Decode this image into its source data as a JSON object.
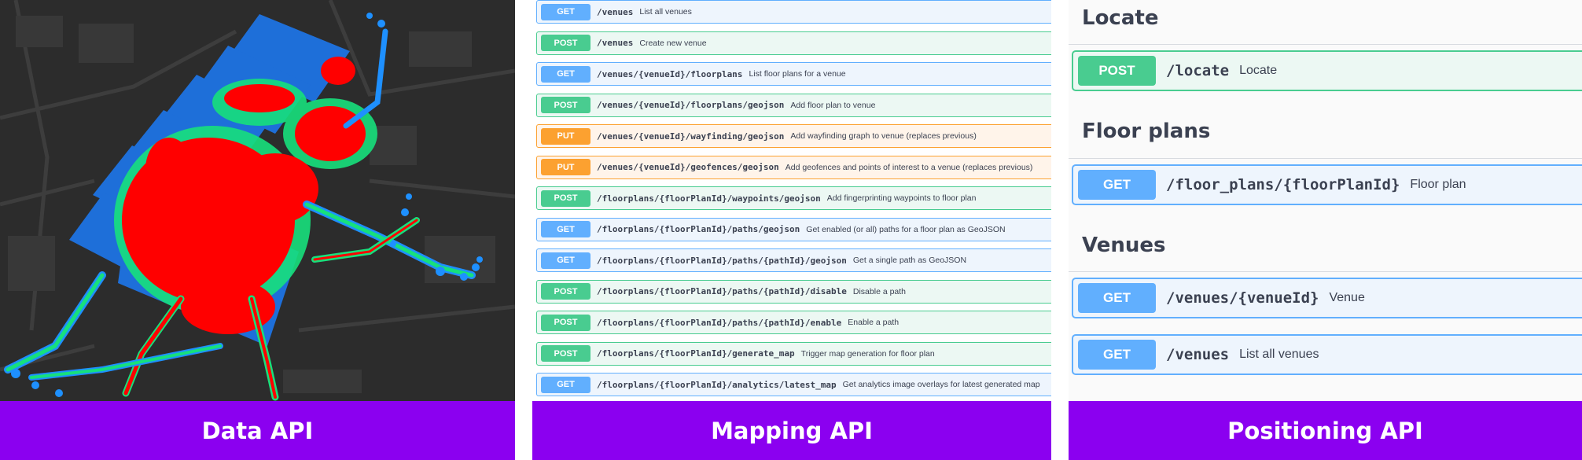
{
  "panels": {
    "data": {
      "caption": "Data API"
    },
    "mapping": {
      "caption": "Mapping API"
    },
    "positioning": {
      "caption": "Positioning API"
    }
  },
  "mapping_ops": [
    {
      "method": "GET",
      "path": "/venues",
      "summary": "List all venues"
    },
    {
      "method": "POST",
      "path": "/venues",
      "summary": "Create new venue"
    },
    {
      "method": "GET",
      "path": "/venues/{venueId}/floorplans",
      "summary": "List floor plans for a venue"
    },
    {
      "method": "POST",
      "path": "/venues/{venueId}/floorplans/geojson",
      "summary": "Add floor plan to venue"
    },
    {
      "method": "PUT",
      "path": "/venues/{venueId}/wayfinding/geojson",
      "summary": "Add wayfinding graph to venue (replaces previous)"
    },
    {
      "method": "PUT",
      "path": "/venues/{venueId}/geofences/geojson",
      "summary": "Add geofences and points of interest to a venue (replaces previous)"
    },
    {
      "method": "POST",
      "path": "/floorplans/{floorPlanId}/waypoints/geojson",
      "summary": "Add fingerprinting waypoints to floor plan"
    },
    {
      "method": "GET",
      "path": "/floorplans/{floorPlanId}/paths/geojson",
      "summary": "Get enabled (or all) paths for a floor plan as GeoJSON"
    },
    {
      "method": "GET",
      "path": "/floorplans/{floorPlanId}/paths/{pathId}/geojson",
      "summary": "Get a single path as GeoJSON"
    },
    {
      "method": "POST",
      "path": "/floorplans/{floorPlanId}/paths/{pathId}/disable",
      "summary": "Disable a path"
    },
    {
      "method": "POST",
      "path": "/floorplans/{floorPlanId}/paths/{pathId}/enable",
      "summary": "Enable a path"
    },
    {
      "method": "POST",
      "path": "/floorplans/{floorPlanId}/generate_map",
      "summary": "Trigger map generation for floor plan"
    },
    {
      "method": "GET",
      "path": "/floorplans/{floorPlanId}/analytics/latest_map",
      "summary": "Get analytics image overlays for latest generated map"
    }
  ],
  "positioning": {
    "locate": {
      "title": "Locate",
      "op": {
        "method": "POST",
        "path": "/locate",
        "summary": "Locate"
      }
    },
    "floor_plans": {
      "title": "Floor plans",
      "op": {
        "method": "GET",
        "path": "/floor_plans/{floorPlanId}",
        "summary": "Floor plan"
      }
    },
    "venues": {
      "title": "Venues",
      "op1": {
        "method": "GET",
        "path": "/venues/{venueId}",
        "summary": "Venue"
      },
      "op2": {
        "method": "GET",
        "path": "/venues",
        "summary": "List all venues"
      }
    }
  },
  "colors": {
    "caption_bg": "#8b00f0",
    "get": "#61affe",
    "post": "#49cc90",
    "put": "#fca130",
    "heat_high": "#ff0000",
    "heat_mid": "#00ff66",
    "heat_low": "#1e90ff"
  }
}
